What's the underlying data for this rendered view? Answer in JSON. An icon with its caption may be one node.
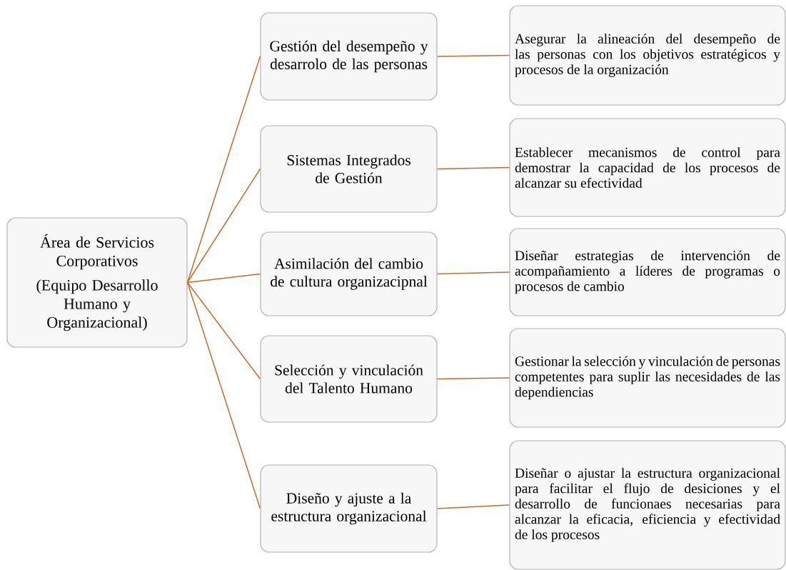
{
  "diagram": {
    "nodes": [
      {
        "text": [
          "Área de Servicios Corporativos",
          "(Equipo Desarrollo Humano y Organizacional)"
        ]
      },
      {
        "text": [
          "Gestión del desempeño y desarrolo de las personas"
        ]
      },
      {
        "text": [
          "Asegurar la alineación del desempeño de las personas con los objetivos estratégicos y procesos de la organización"
        ]
      },
      {
        "text": [
          "Sistemas Integrados de Gestión"
        ]
      },
      {
        "text": [
          "Establecer mecanismos de control para demostrar la capacidad de los procesos de alcanzar su efectividad"
        ]
      },
      {
        "text": [
          "Asimilación del cambio de cultura organizacipnal"
        ]
      },
      {
        "text": [
          "Diseñar estrategias de intervención de acompañamiento a líderes de programas o procesos de cambio"
        ]
      },
      {
        "text": [
          "Selección y vinculación del Talento Humano"
        ]
      },
      {
        "text": [
          "Gestionar la selección y vinculación de personas competentes para suplir las necesidades de las dependiencias"
        ]
      },
      {
        "text": [
          "Diseño y ajuste a la estructura organizacional"
        ]
      },
      {
        "text": [
          "Diseñar o ajustar la estructura organizacional para facilitar el flujo de desiciones y el desarrollo de funcionaes necesarias para alcanzar la eficacia, eficiencia y efectividad de los procesos"
        ]
      }
    ],
    "edges": [
      {
        "from": 0,
        "to": 1,
        "arrow": "none"
      },
      {
        "from": 0,
        "to": 3,
        "arrow": "none"
      },
      {
        "from": 0,
        "to": 5,
        "arrow": "none"
      },
      {
        "from": 0,
        "to": 7,
        "arrow": "none"
      },
      {
        "from": 0,
        "to": 9,
        "arrow": "none"
      },
      {
        "from": 1,
        "to": 2,
        "arrow": "none"
      },
      {
        "from": 3,
        "to": 4,
        "arrow": "none"
      },
      {
        "from": 5,
        "to": 6,
        "arrow": "none"
      },
      {
        "from": 7,
        "to": 8,
        "arrow": "none"
      },
      {
        "from": 9,
        "to": 10,
        "arrow": "none"
      }
    ]
  }
}
